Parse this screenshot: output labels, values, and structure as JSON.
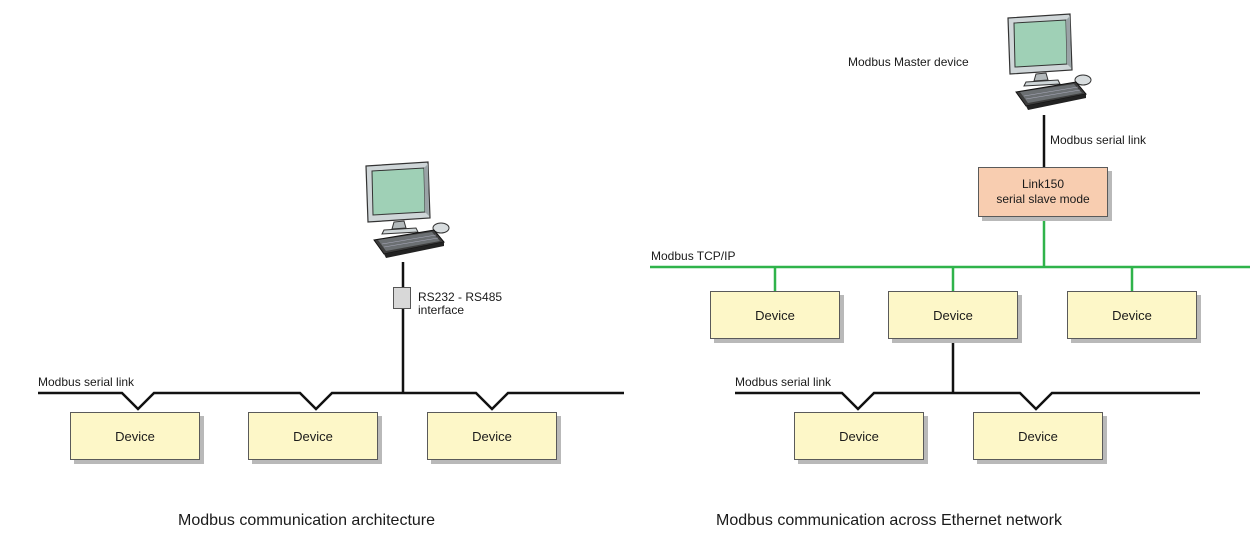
{
  "left": {
    "bus_label": "Modbus serial link",
    "interface_label_line1": "RS232 - RS485",
    "interface_label_line2": "interface",
    "devices": [
      "Device",
      "Device",
      "Device"
    ],
    "caption": "Modbus communication architecture"
  },
  "right": {
    "master_label": "Modbus Master device",
    "serial_link_label": "Modbus serial link",
    "gateway_line1": "Link150",
    "gateway_line2": "serial slave mode",
    "tcp_label": "Modbus TCP/IP",
    "tcp_devices": [
      "Device",
      "Device",
      "Device"
    ],
    "serial_bus_label": "Modbus serial link",
    "serial_devices": [
      "Device",
      "Device"
    ],
    "caption": "Modbus communication across Ethernet network"
  },
  "colors": {
    "ethernet": "#2fb34a",
    "serial": "#111111",
    "device_fill": "#fdf7c8",
    "gateway_fill": "#f8cdb0"
  },
  "icons": [
    "computer-icon",
    "computer-icon"
  ]
}
